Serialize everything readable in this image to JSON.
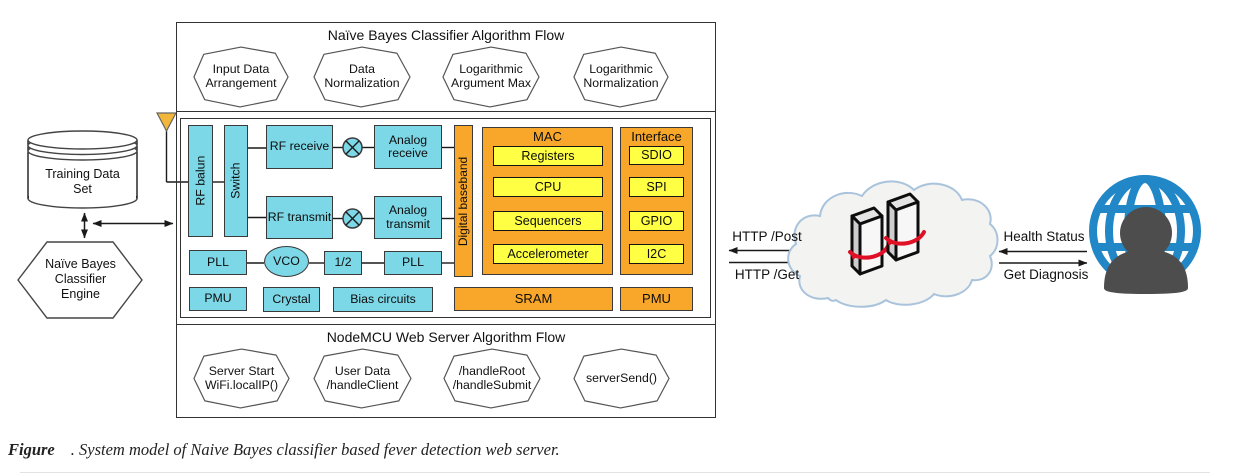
{
  "figure": {
    "caption_label": "Figure",
    "caption_text": ". System model of Naive Bayes classifier based fever detection web server."
  },
  "left_panel": {
    "training_db_label": "Training Data Set",
    "engine_label": "Naïve Bayes Classifier Engine"
  },
  "classifier_flow": {
    "title": "Naïve Bayes Classifier Algorithm Flow",
    "steps": [
      "Input Data Arrangement",
      "Data Normalization",
      "Logarithmic Argument Max",
      "Logarithmic Normalization"
    ]
  },
  "soc": {
    "rf_balun": "RF balun",
    "switch": "Switch",
    "rf_receive": "RF receive",
    "analog_receive": "Analog receive",
    "rf_transmit": "RF transmit",
    "analog_transmit": "Analog transmit",
    "digital_baseband": "Digital baseband",
    "pll_left": "PLL",
    "vco": "VCO",
    "divider_half": "1/2",
    "pll_right": "PLL",
    "pmu_left": "PMU",
    "crystal": "Crystal",
    "bias_circuits": "Bias circuits",
    "mac_title": "MAC",
    "mac_items": [
      "Registers",
      "CPU",
      "Sequencers",
      "Accelerometer"
    ],
    "interface_title": "Interface",
    "interface_items": [
      "SDIO",
      "SPI",
      "GPIO",
      "I2C"
    ],
    "sram": "SRAM",
    "pmu_right": "PMU"
  },
  "server_flow": {
    "title": "NodeMCU Web Server Algorithm Flow",
    "steps": [
      "Server Start WiFi.localIP()",
      "User Data /handleClient",
      "/handleRoot /handleSubmit",
      "serverSend()"
    ]
  },
  "network": {
    "http_post": "HTTP /Post",
    "http_get": "HTTP /Get",
    "health_status": "Health Status",
    "get_diagnosis": "Get Diagnosis"
  },
  "colors": {
    "cyan": "#7CD7E6",
    "orange": "#F9A72B",
    "yellow": "#FFFF44",
    "box-border": "#3A3A3A",
    "globe-blue": "#2187C6",
    "person-gray": "#4D4D4D",
    "server-red": "#DE1126",
    "cloud-stroke": "#A9C3DC",
    "cloud-fill": "#F3F3F1",
    "antenna-fill": "#F2B63B"
  }
}
